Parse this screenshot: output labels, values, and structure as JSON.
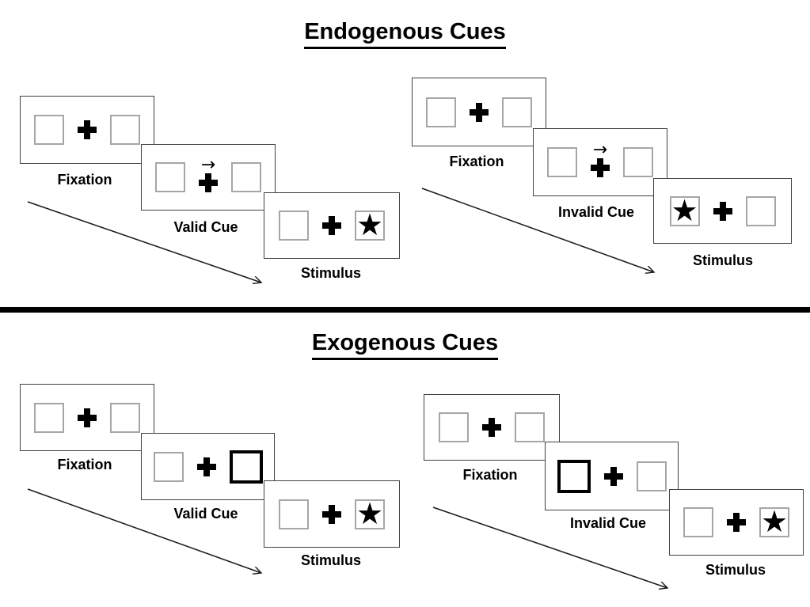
{
  "figure": {
    "sections": [
      {
        "title": "Endogenous Cues",
        "groups": [
          {
            "name": "endogenous-valid",
            "cue_type": "central arrow pointing right",
            "target_side": "right",
            "panels": [
              {
                "label": "Fixation"
              },
              {
                "label": "Valid Cue"
              },
              {
                "label": "Stimulus"
              }
            ]
          },
          {
            "name": "endogenous-invalid",
            "cue_type": "central arrow pointing right",
            "target_side": "left",
            "panels": [
              {
                "label": "Fixation"
              },
              {
                "label": "Invalid Cue"
              },
              {
                "label": "Stimulus"
              }
            ]
          }
        ]
      },
      {
        "title": "Exogenous Cues",
        "groups": [
          {
            "name": "exogenous-valid",
            "cue_type": "right box highlighted",
            "target_side": "right",
            "panels": [
              {
                "label": "Fixation"
              },
              {
                "label": "Valid Cue"
              },
              {
                "label": "Stimulus"
              }
            ]
          },
          {
            "name": "exogenous-invalid",
            "cue_type": "left box highlighted",
            "target_side": "right",
            "panels": [
              {
                "label": "Fixation"
              },
              {
                "label": "Invalid Cue"
              },
              {
                "label": "Stimulus"
              }
            ]
          }
        ]
      }
    ]
  },
  "glyphs": {
    "arrow_right": "→",
    "star": "★"
  },
  "colors": {
    "ink": "#000000",
    "panel_border": "#404040",
    "square_border": "#a6a6a6",
    "background": "#ffffff"
  }
}
